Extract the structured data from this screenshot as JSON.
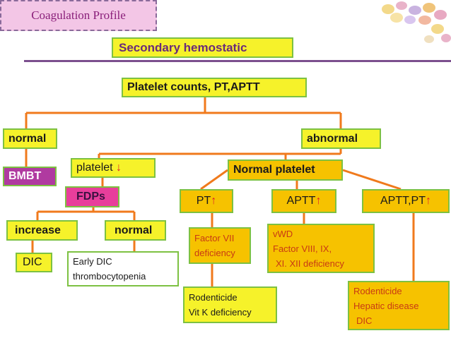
{
  "slide": {
    "title": "Coagulation Profile",
    "heading": "Secondary hemostatic"
  },
  "nodes": {
    "root": "Platelet counts, PT,APTT",
    "normal": "normal",
    "abnormal": "abnormal",
    "bmbt": "BMBT",
    "platelet": "platelet",
    "platelet_arrow": "↓",
    "normal_platelet": "Normal platelet",
    "fdps": "FDPs",
    "pt": "PT",
    "pt_arrow": "↑",
    "aptt": "APTT",
    "aptt_arrow": "↑",
    "aptt_pt": "APTT,PT",
    "aptt_pt_arrow": "↑",
    "increase": "increase",
    "fdp_normal": "normal",
    "dic": "DIC",
    "early_dic_1": "Early DIC",
    "early_dic_2": "thrombocytopenia",
    "factor7_1": "Factor VII",
    "factor7_2": "deficiency",
    "vwd_1": "vWD",
    "vwd_2": "Factor VIII, IX,",
    "vwd_3": "XI. XII deficiency",
    "rodent_1": "Rodenticide",
    "rodent_2": "Vit K deficiency",
    "hepatic_1": "Rodenticide",
    "hepatic_2": "Hepatic disease",
    "hepatic_3": "DIC"
  },
  "colors": {
    "connector": "#f07a1c",
    "box_border": "#7dc142",
    "yellow": "#f6f22a",
    "orange": "#f6c200",
    "pink": "#e83e9b",
    "purple": "#b03aa0",
    "arrow": "#e0202a"
  }
}
